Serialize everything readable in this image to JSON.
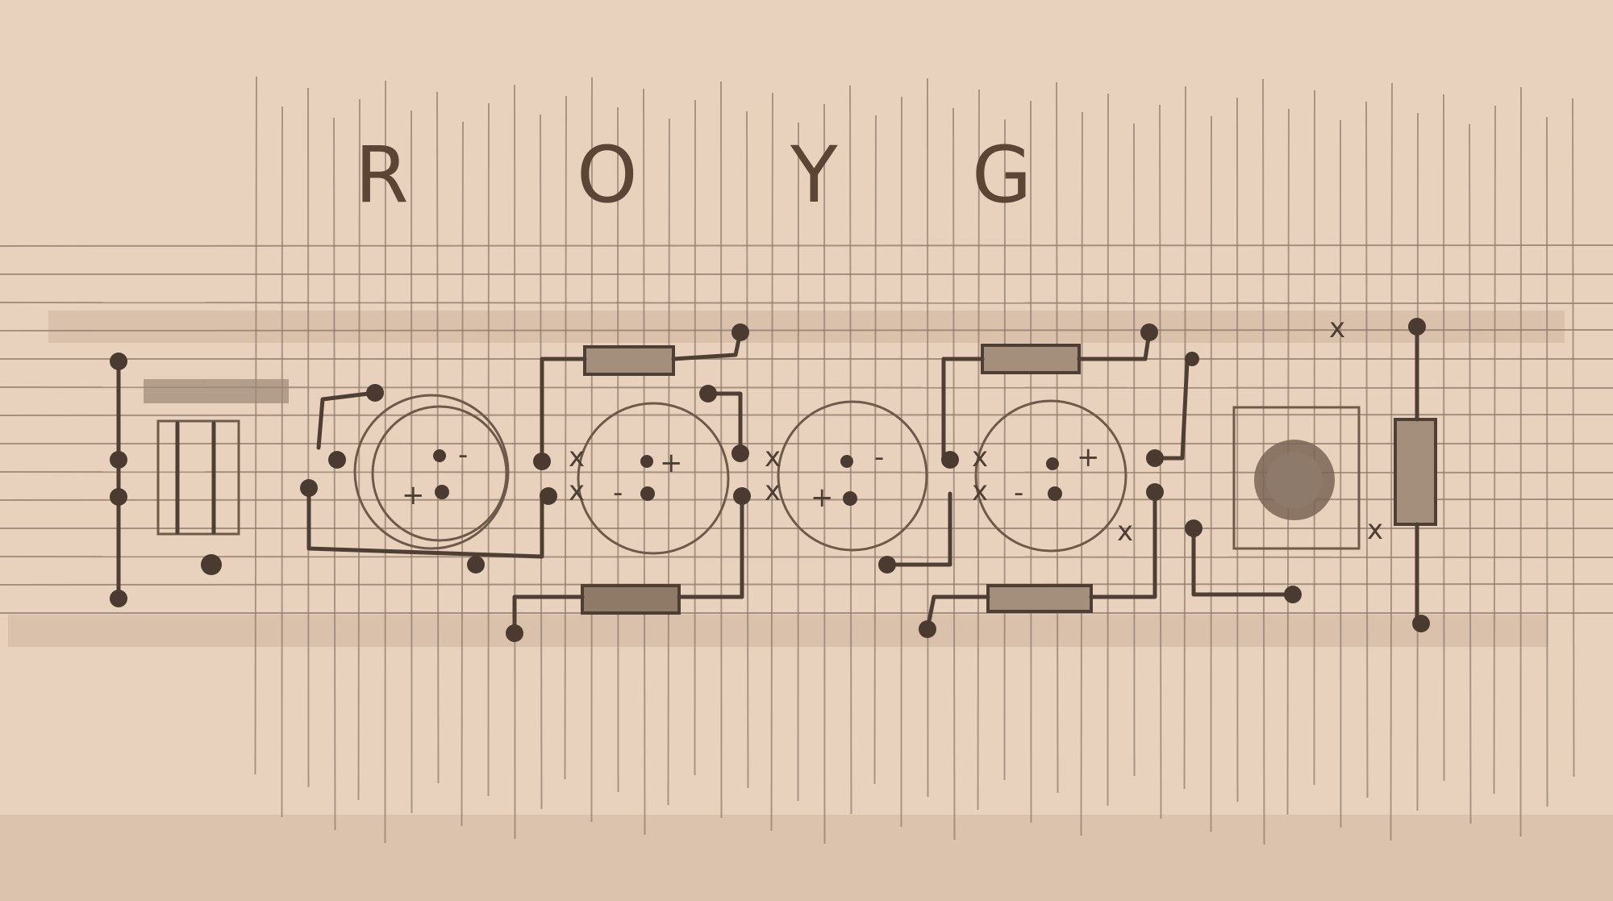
{
  "labels": {
    "red": "R",
    "orange": "O",
    "yellow": "Y",
    "green": "G"
  },
  "marks": {
    "plus": "+",
    "minus": "-",
    "cross": "x"
  },
  "colors": {
    "paper": "#e8d2bd",
    "pencil": "#4f3e33",
    "grid": "#8f7b6b"
  }
}
